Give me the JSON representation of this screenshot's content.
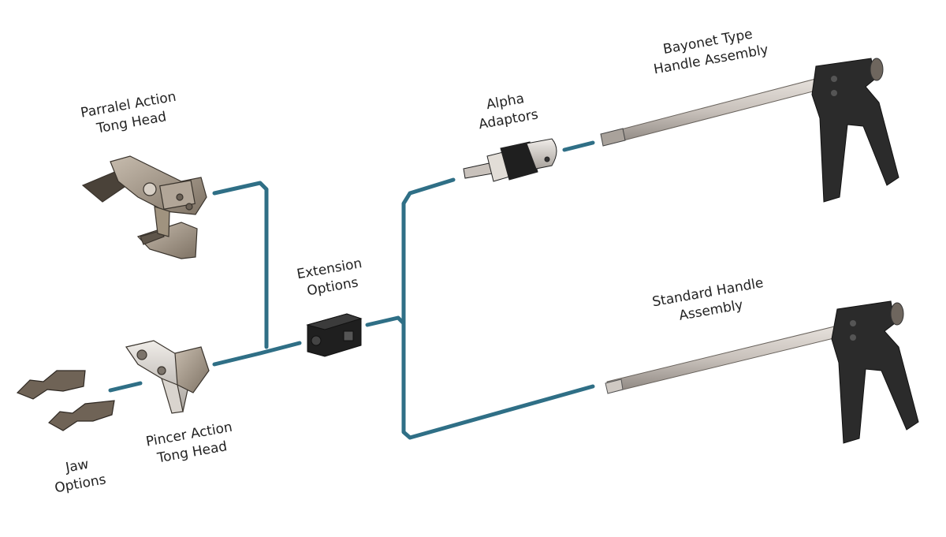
{
  "labels": {
    "parallel_tong": {
      "line1": "Parralel Action",
      "line2": "Tong Head"
    },
    "pincer_tong": {
      "line1": "Pincer Action",
      "line2": "Tong Head"
    },
    "jaw": {
      "line1": "Jaw",
      "line2": "Options"
    },
    "extension": {
      "line1": "Extension",
      "line2": "Options"
    },
    "alpha": {
      "line1": "Alpha",
      "line2": "Adaptors"
    },
    "bayonet": {
      "line1": "Bayonet Type",
      "line2": "Handle Assembly"
    },
    "standard": {
      "line1": "Standard Handle",
      "line2": "Assembly"
    }
  },
  "colors": {
    "connector": "#2f6f86",
    "handle": "#2b2b2b",
    "rod": "#c9c2bc",
    "tong": "#9c8f7f",
    "jaw": "#6f6356",
    "background": "#ffffff"
  },
  "icons": {
    "parallel_tong": "parallel-action-tong-head-icon",
    "pincer_tong": "pincer-action-tong-head-icon",
    "jaw_options": "jaw-options-icon",
    "extension": "extension-block-icon",
    "alpha": "alpha-adaptor-icon",
    "bayonet_handle": "bayonet-handle-assembly-icon",
    "standard_handle": "standard-handle-assembly-icon"
  }
}
